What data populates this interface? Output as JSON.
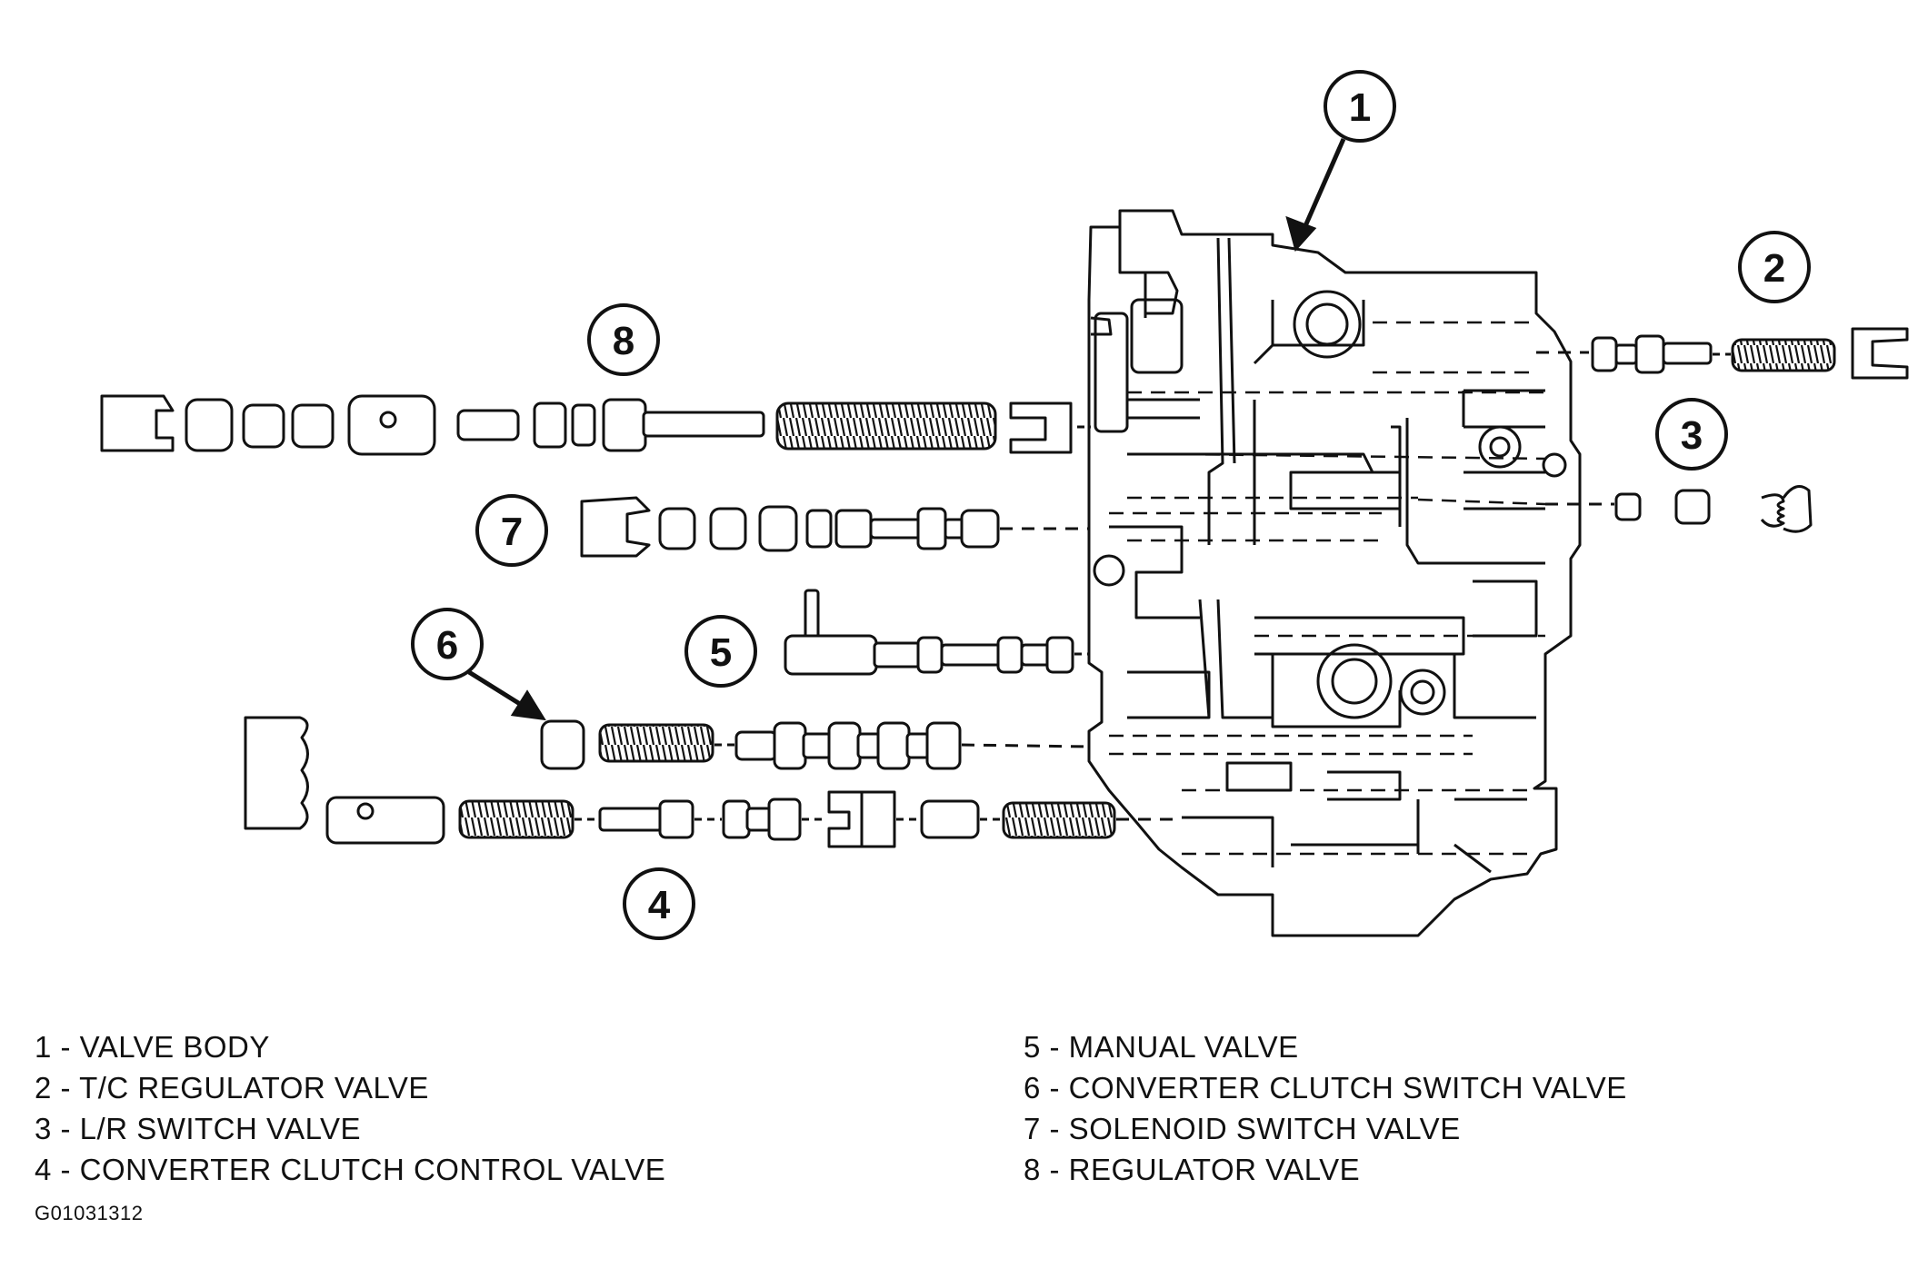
{
  "callouts": [
    "1",
    "2",
    "3",
    "4",
    "5",
    "6",
    "7",
    "8"
  ],
  "legend": {
    "left": [
      "1 - VALVE BODY",
      "2 - T/C REGULATOR VALVE",
      "3 - L/R SWITCH VALVE",
      "4 - CONVERTER CLUTCH CONTROL VALVE"
    ],
    "right": [
      "5 - MANUAL VALVE",
      "6 - CONVERTER CLUTCH SWITCH VALVE",
      "7 - SOLENOID SWITCH VALVE",
      "8 - REGULATOR VALVE"
    ]
  },
  "figure_id": "G01031312"
}
